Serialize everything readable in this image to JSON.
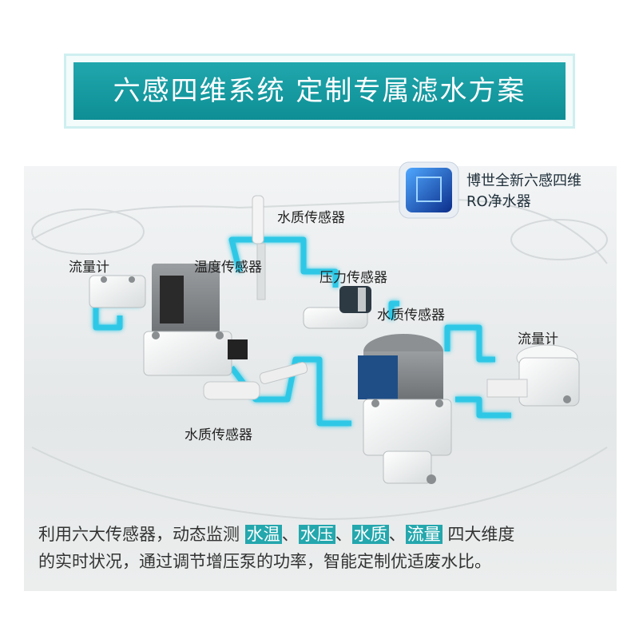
{
  "header": {
    "title": "六感四维系统 定制专属滤水方案"
  },
  "badge": {
    "line1": "博世全新六感四维",
    "line2": "RO净水器"
  },
  "labels": {
    "flow_meter_left": "流量计",
    "temp_sensor": "温度传感器",
    "water_quality_top": "水质传感器",
    "pressure_sensor": "压力传感器",
    "water_quality_mid": "水质传感器",
    "flow_meter_right": "流量计",
    "water_quality_bottom": "水质传感器"
  },
  "description": {
    "line1_prefix": "利用六大传感器，动态监测",
    "h1": "水温",
    "sep1": "、",
    "h2": "水压",
    "sep2": "、",
    "h3": "水质",
    "sep3": "、",
    "h4": "流量",
    "line1_suffix": "四大维度",
    "line2": "的实时状况，通过调节增压泵的功率，智能定制优适废水比。"
  },
  "colors": {
    "accent": "#1a9ea5",
    "pipe": "#2ec8e6",
    "highlight_bg": "#24a7ad"
  }
}
